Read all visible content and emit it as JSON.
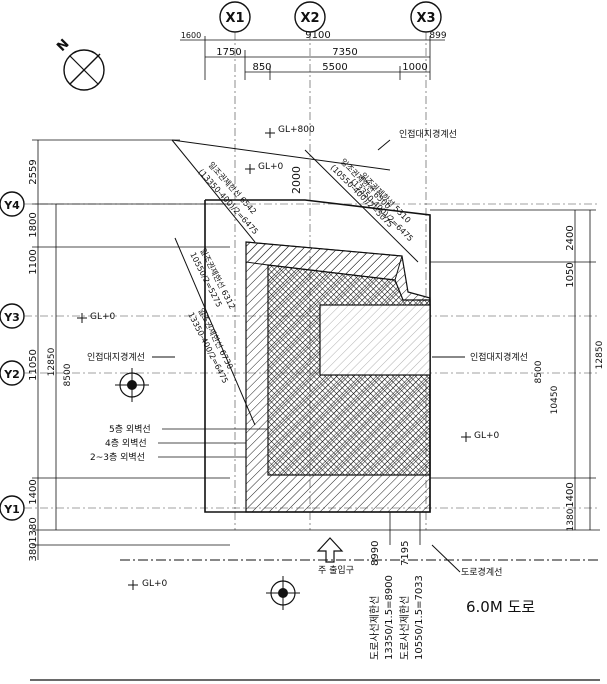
{
  "grid": {
    "x1": "X1",
    "x2": "X2",
    "x3": "X3",
    "y1": "Y1",
    "y2": "Y2",
    "y3": "Y3",
    "y4": "Y4"
  },
  "top_dims": {
    "row1": [
      "1600",
      "9100",
      "899"
    ],
    "row2": [
      "1750",
      "7350"
    ],
    "row3": [
      "850",
      "5500",
      "1000"
    ]
  },
  "left_dims": {
    "outer": [
      "2559",
      "1800",
      "1100",
      "11050",
      "1400",
      "1380",
      "380"
    ],
    "inner_total": "12850",
    "inner_mid": "8500"
  },
  "right_dims": {
    "outer": [
      "2400",
      "1050",
      "1400",
      "1380"
    ],
    "inner_total": "12850",
    "inner_a": "10450",
    "inner_b": "8500"
  },
  "labels": {
    "gl_800": "GL+800",
    "gl_0": "GL+0",
    "gl_0_b": "GL+0",
    "gl_0_c": "GL+0",
    "gl_0_d": "GL+0",
    "dim_2000": "2000",
    "adjacent_boundary_top": "인접대지경계선",
    "adjacent_boundary_left": "인접대지경계선",
    "adjacent_boundary_right": "인접대지경계선",
    "road_boundary": "도로경계선",
    "entrance": "주 출입구",
    "road": "6.0M 도로",
    "wall_5f": "5층 외벽선",
    "wall_4f": "4층 외벽선",
    "wall_23f": "2~3층 외벽선"
  },
  "sunlight_lines": {
    "a1": "일조권제한선 6542",
    "a2": "(13350-400)/2=6475",
    "b1": "일조권제한선 6312",
    "b2": "10550/2=5275",
    "c1": "일조권제한선 6730",
    "c2": "13350-400/2=6475",
    "d1": "일조권제한선 6500",
    "d2": "(10550-400)/2=5075",
    "e1": "일조권제한선 5310",
    "e2": "(13350-400)/2=6475"
  },
  "road_lines": {
    "l1": "도로사선제한선",
    "v1": "13350/1.5=8900",
    "v1_top": "8990",
    "l2": "도로사선제한선",
    "v2": "10550/1.5=7033",
    "v2_top": "7195"
  }
}
